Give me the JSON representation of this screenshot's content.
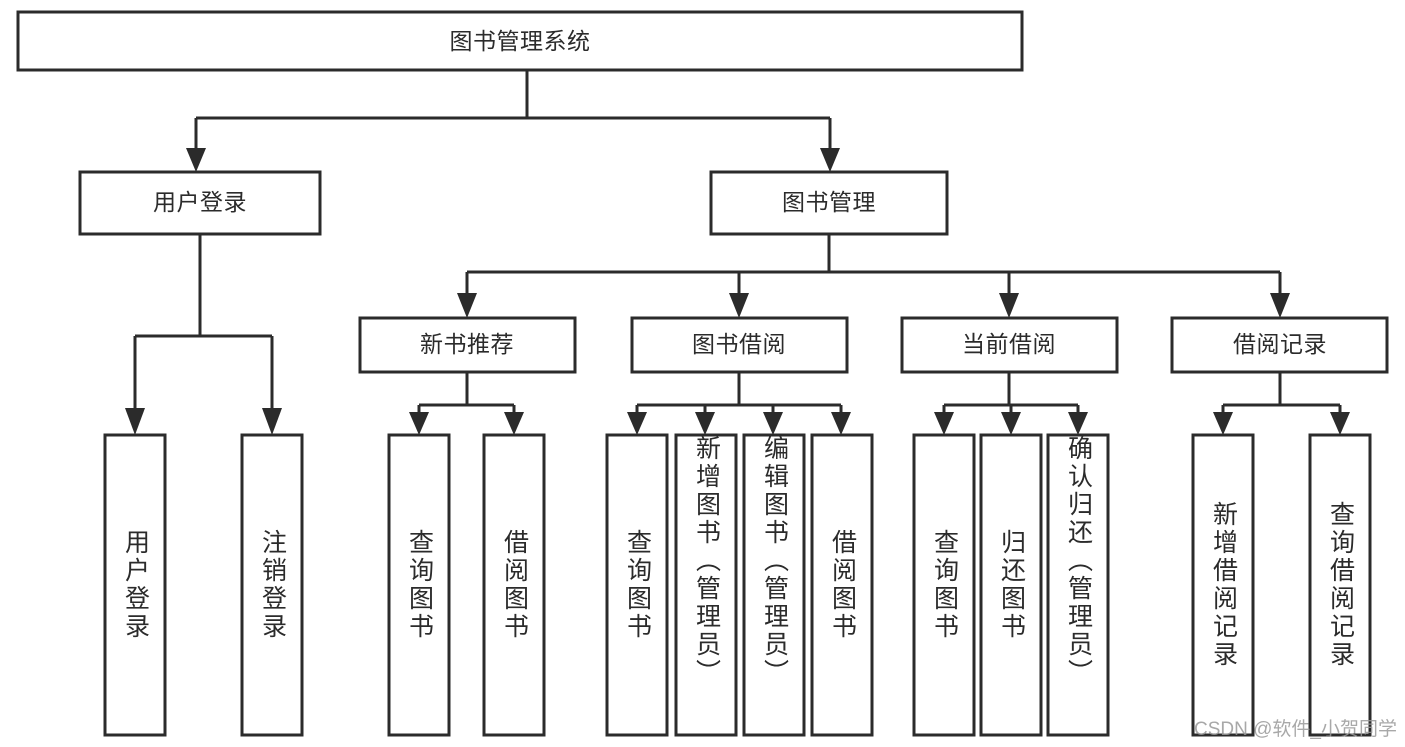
{
  "diagram": {
    "title": "图书管理系统",
    "type": "functional-structure-tree",
    "orientation": "top-down",
    "colors": {
      "box_fill": "#ffffff",
      "line": "#2b2b2b",
      "text": "#2b2b2b",
      "background": "#ffffff",
      "watermark": "#9a9a9a"
    },
    "root": {
      "label": "图书管理系统"
    },
    "level1": [
      {
        "label": "用户登录"
      },
      {
        "label": "图书管理"
      }
    ],
    "level2": [
      {
        "label": "新书推荐"
      },
      {
        "label": "图书借阅"
      },
      {
        "label": "当前借阅"
      },
      {
        "label": "借阅记录"
      }
    ],
    "leaves": {
      "user_login": [
        {
          "label": "用户登录"
        },
        {
          "label": "注销登录"
        }
      ],
      "new_book_recommend": [
        {
          "label": "查询图书"
        },
        {
          "label": "借阅图书"
        }
      ],
      "book_borrow": [
        {
          "label": "查询图书"
        },
        {
          "label": "新增图书（管理员）"
        },
        {
          "label": "编辑图书（管理员）"
        },
        {
          "label": "借阅图书"
        }
      ],
      "current_borrow": [
        {
          "label": "查询图书"
        },
        {
          "label": "归还图书"
        },
        {
          "label": "确认归还（管理员）"
        }
      ],
      "borrow_records": [
        {
          "label": "新增借阅记录"
        },
        {
          "label": "查询借阅记录"
        }
      ]
    }
  },
  "watermark": {
    "text": "CSDN @软件_小贺同学"
  }
}
